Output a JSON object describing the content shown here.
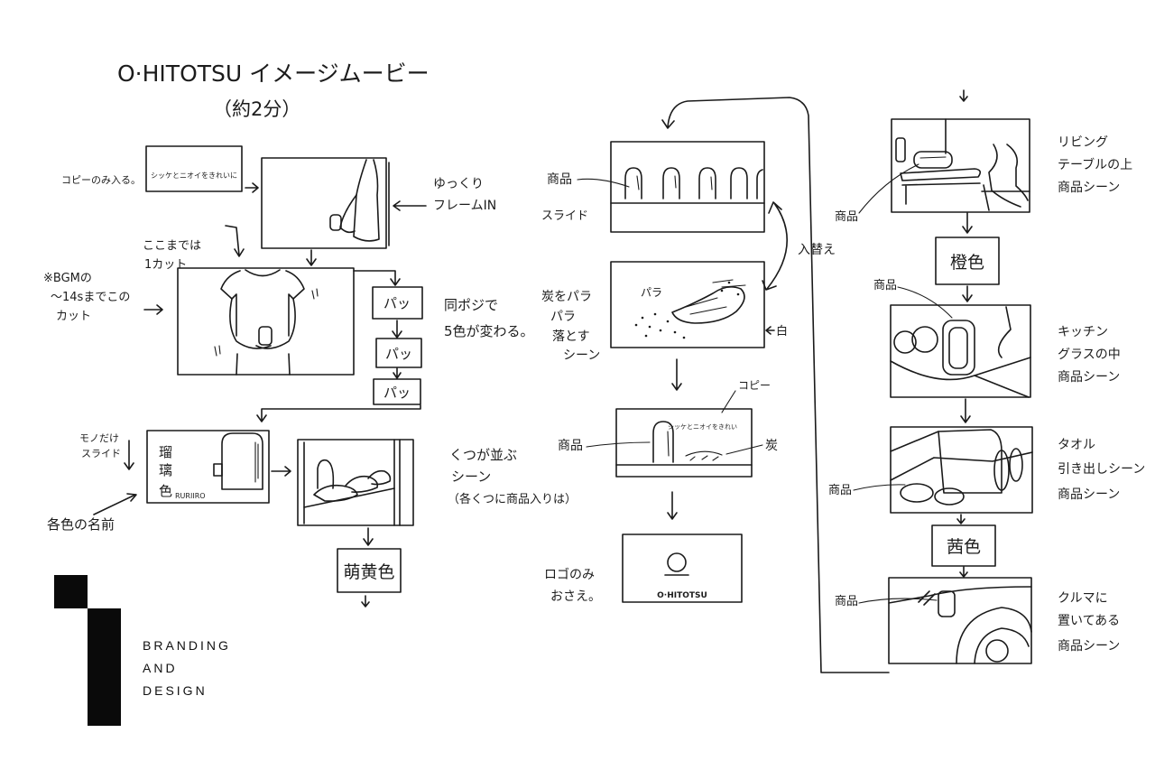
{
  "title": "O·HITOTSU イメージムービー",
  "duration": "（約2分）",
  "left": {
    "copy_note": "コピーのみ入る。",
    "copy_box": "シッケとニオイをきれいに",
    "frame_in_note": [
      "ゆっくり",
      "フレームIN"
    ],
    "one_cut_note": [
      "ここまでは",
      "1カット"
    ],
    "bgm_note": [
      "※BGMの",
      "～14sまでこの",
      "カット"
    ],
    "flash_boxes": [
      "パッ",
      "パッ",
      "パッ"
    ],
    "same_pos_note": [
      "同ポジで",
      "5色が変わる。"
    ],
    "slide_note": [
      "モノだけ",
      "スライド"
    ],
    "color_name_note": "各色の名前",
    "ruri_kanji": [
      "瑠",
      "璃",
      "色"
    ],
    "ruri_roman": "RURIIRO",
    "shoes_note": [
      "くつが並ぶ",
      "シーン",
      "（各くつに商品入りは）"
    ],
    "moegi_box": "萌黄色"
  },
  "middle": {
    "product_label": "商品",
    "slide_label": "スライド",
    "swap_label": "入替え",
    "charcoal_note": [
      "炭をパラ",
      "パラ",
      "落とす",
      "シーン"
    ],
    "para_inner": "パラ",
    "white_label": "白",
    "copy_label": "コピー",
    "copy_inner": "シッケとニオイをきれい",
    "product_label2": "商品",
    "charcoal_label": "炭",
    "logo_note": [
      "ロゴのみ",
      "おさえ。"
    ],
    "logo_text": "O·HITOTSU"
  },
  "right": {
    "living_note": [
      "リビング",
      "テーブルの上",
      "商品シーン"
    ],
    "living_product": "商品",
    "orange_box": "橙色",
    "kitchen_product": "商品",
    "kitchen_note": [
      "キッチン",
      "グラスの中",
      "商品シーン"
    ],
    "towel_note": [
      "タオル",
      "引き出しシーン",
      "商品シーン"
    ],
    "towel_product": "商品",
    "madder_box": "茜色",
    "car_product": "商品",
    "car_note": [
      "クルマに",
      "置いてある",
      "商品シーン"
    ]
  },
  "brand": {
    "lines": [
      "BRANDING",
      "AND",
      "DESIGN"
    ]
  }
}
